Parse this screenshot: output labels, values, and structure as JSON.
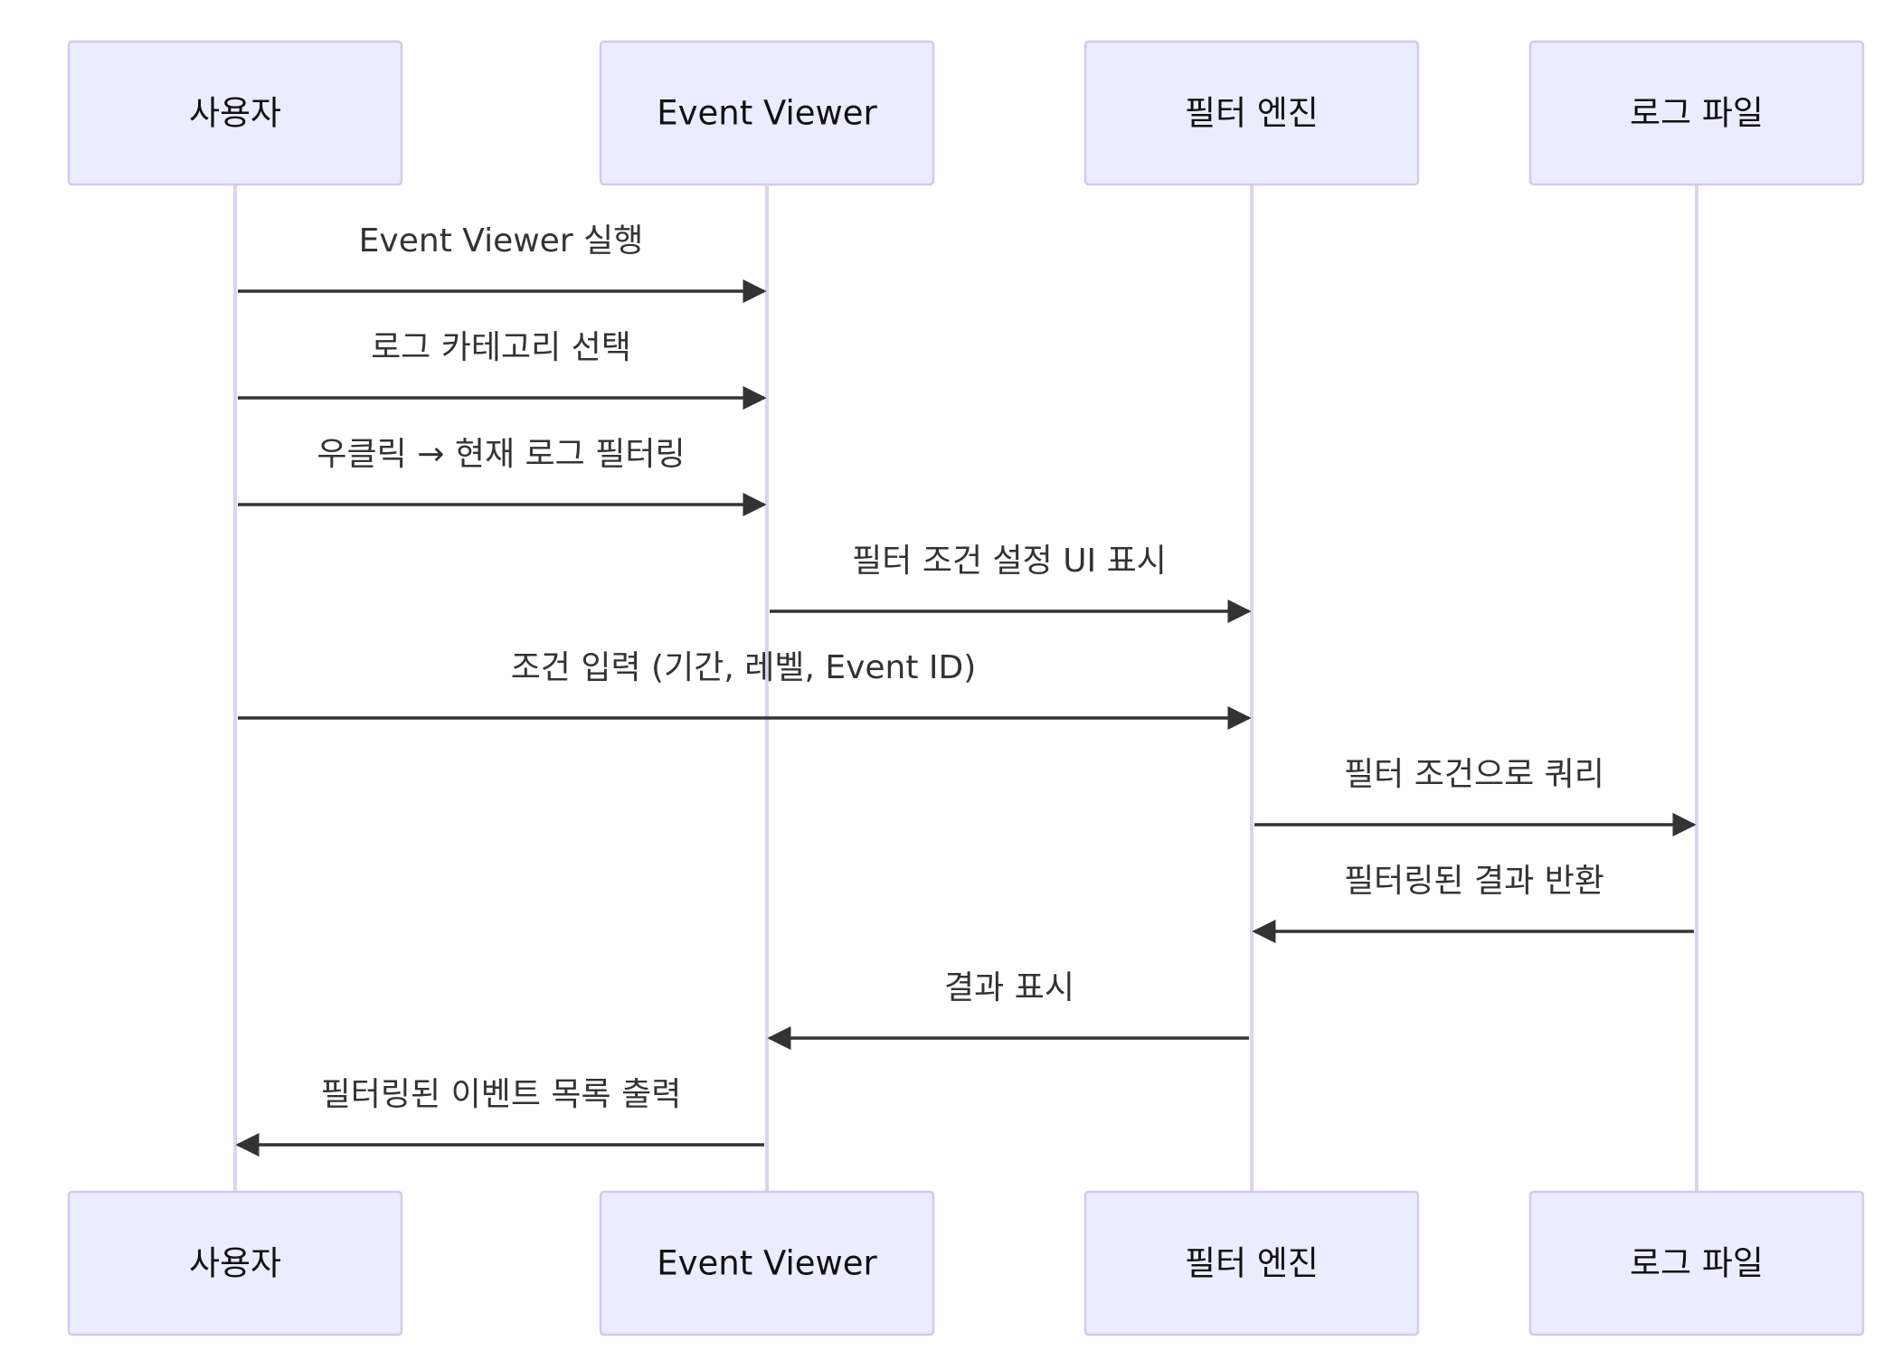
{
  "participants": [
    {
      "id": "user",
      "label": "사용자"
    },
    {
      "id": "viewer",
      "label": "Event Viewer"
    },
    {
      "id": "filter",
      "label": "필터 엔진"
    },
    {
      "id": "log",
      "label": "로그 파일"
    }
  ],
  "messages": [
    {
      "from": "user",
      "to": "viewer",
      "label": "Event Viewer 실행"
    },
    {
      "from": "user",
      "to": "viewer",
      "label": "로그 카테고리 선택"
    },
    {
      "from": "user",
      "to": "viewer",
      "label": "우클릭 → 현재 로그 필터링"
    },
    {
      "from": "viewer",
      "to": "filter",
      "label": "필터 조건 설정 UI 표시"
    },
    {
      "from": "user",
      "to": "filter",
      "label": "조건 입력 (기간, 레벨, Event ID)"
    },
    {
      "from": "filter",
      "to": "log",
      "label": "필터 조건으로 쿼리"
    },
    {
      "from": "log",
      "to": "filter",
      "label": "필터링된 결과 반환"
    },
    {
      "from": "filter",
      "to": "viewer",
      "label": "결과 표시"
    },
    {
      "from": "viewer",
      "to": "user",
      "label": "필터링된 이벤트 목록 출력"
    }
  ]
}
